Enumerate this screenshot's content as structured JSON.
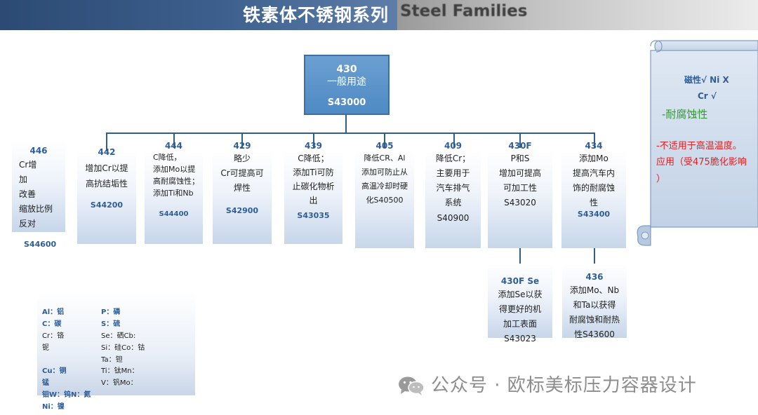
{
  "header": {
    "title": "铁素体不锈钢系列",
    "title_en": "Steel Families"
  },
  "root": {
    "code": "430",
    "desc": "一般用途",
    "std": "S43000"
  },
  "grades": [
    {
      "code": "446",
      "desc": "Cr增\n加\n改善\n缩放比例\n反对",
      "std": "S44600"
    },
    {
      "code": "442",
      "desc": "增加Cr以提\n高抗结垢性",
      "std": "S44200"
    },
    {
      "code": "444",
      "desc": "C降低，\n添加Mo以提\n高耐腐蚀性；\n添加Ti和Nb",
      "std": "S44400"
    },
    {
      "code": "429",
      "desc": "略少\nCr可提高可\n焊性",
      "std": "S42900"
    },
    {
      "code": "439",
      "desc": "C降低；\n添加Ti可防\n止碳化物析\n出",
      "std": "S43035"
    },
    {
      "code": "405",
      "desc": "降低CR、Al\n添加可防止从\n高温冷却时硬\n化S40500",
      "std": ""
    },
    {
      "code": "409",
      "desc": "降低Cr；\n主要用于\n汽车排气\n系统",
      "std": "S40900"
    },
    {
      "code": "430F",
      "desc": "P和S\n增加可提高\n可加工性",
      "std": "S43020"
    },
    {
      "code": "434",
      "desc": "添加Mo\n提高汽车内\n饰的耐腐蚀\n性",
      "std": "S43400"
    },
    {
      "code": "430F Se",
      "desc": "添加Se以获\n得更好的机\n加工表面",
      "std": "S43023"
    },
    {
      "code": "436",
      "desc": "添加Mo、Nb\n和Ta以获得\n耐腐蚀和耐热\n性S43600",
      "std": ""
    }
  ],
  "note": {
    "line1": "磁性√ Ni X",
    "line2": "Cr √",
    "line3": "-耐腐蚀性",
    "line4": "-不适用于高温温度。",
    "line5": "应用（受475脆化影响",
    "line6": "）"
  },
  "legend": {
    "col1": [
      "Al：铝",
      "C：碳",
      "Cr：铬",
      "铌",
      "Cu：铜",
      "锰",
      "钼W：钨N：氮",
      "Ni：镍"
    ],
    "col2": [
      "P：磷",
      "S：硫",
      "Se：硒Cb:",
      "Si：硅Co：钴",
      "Ta：钽",
      "Ti：钛Mn：",
      "V：钒Mo："
    ]
  },
  "watermark": {
    "text": "公众号 · 欧标美标压力容器设计"
  },
  "colors": {
    "title_bar": "#34557f",
    "root_fill": "#5b93c9",
    "connector": "#2e5f86",
    "code_text": "#2f5d96",
    "note_green": "#2c9c2c",
    "note_red": "#e02020"
  }
}
